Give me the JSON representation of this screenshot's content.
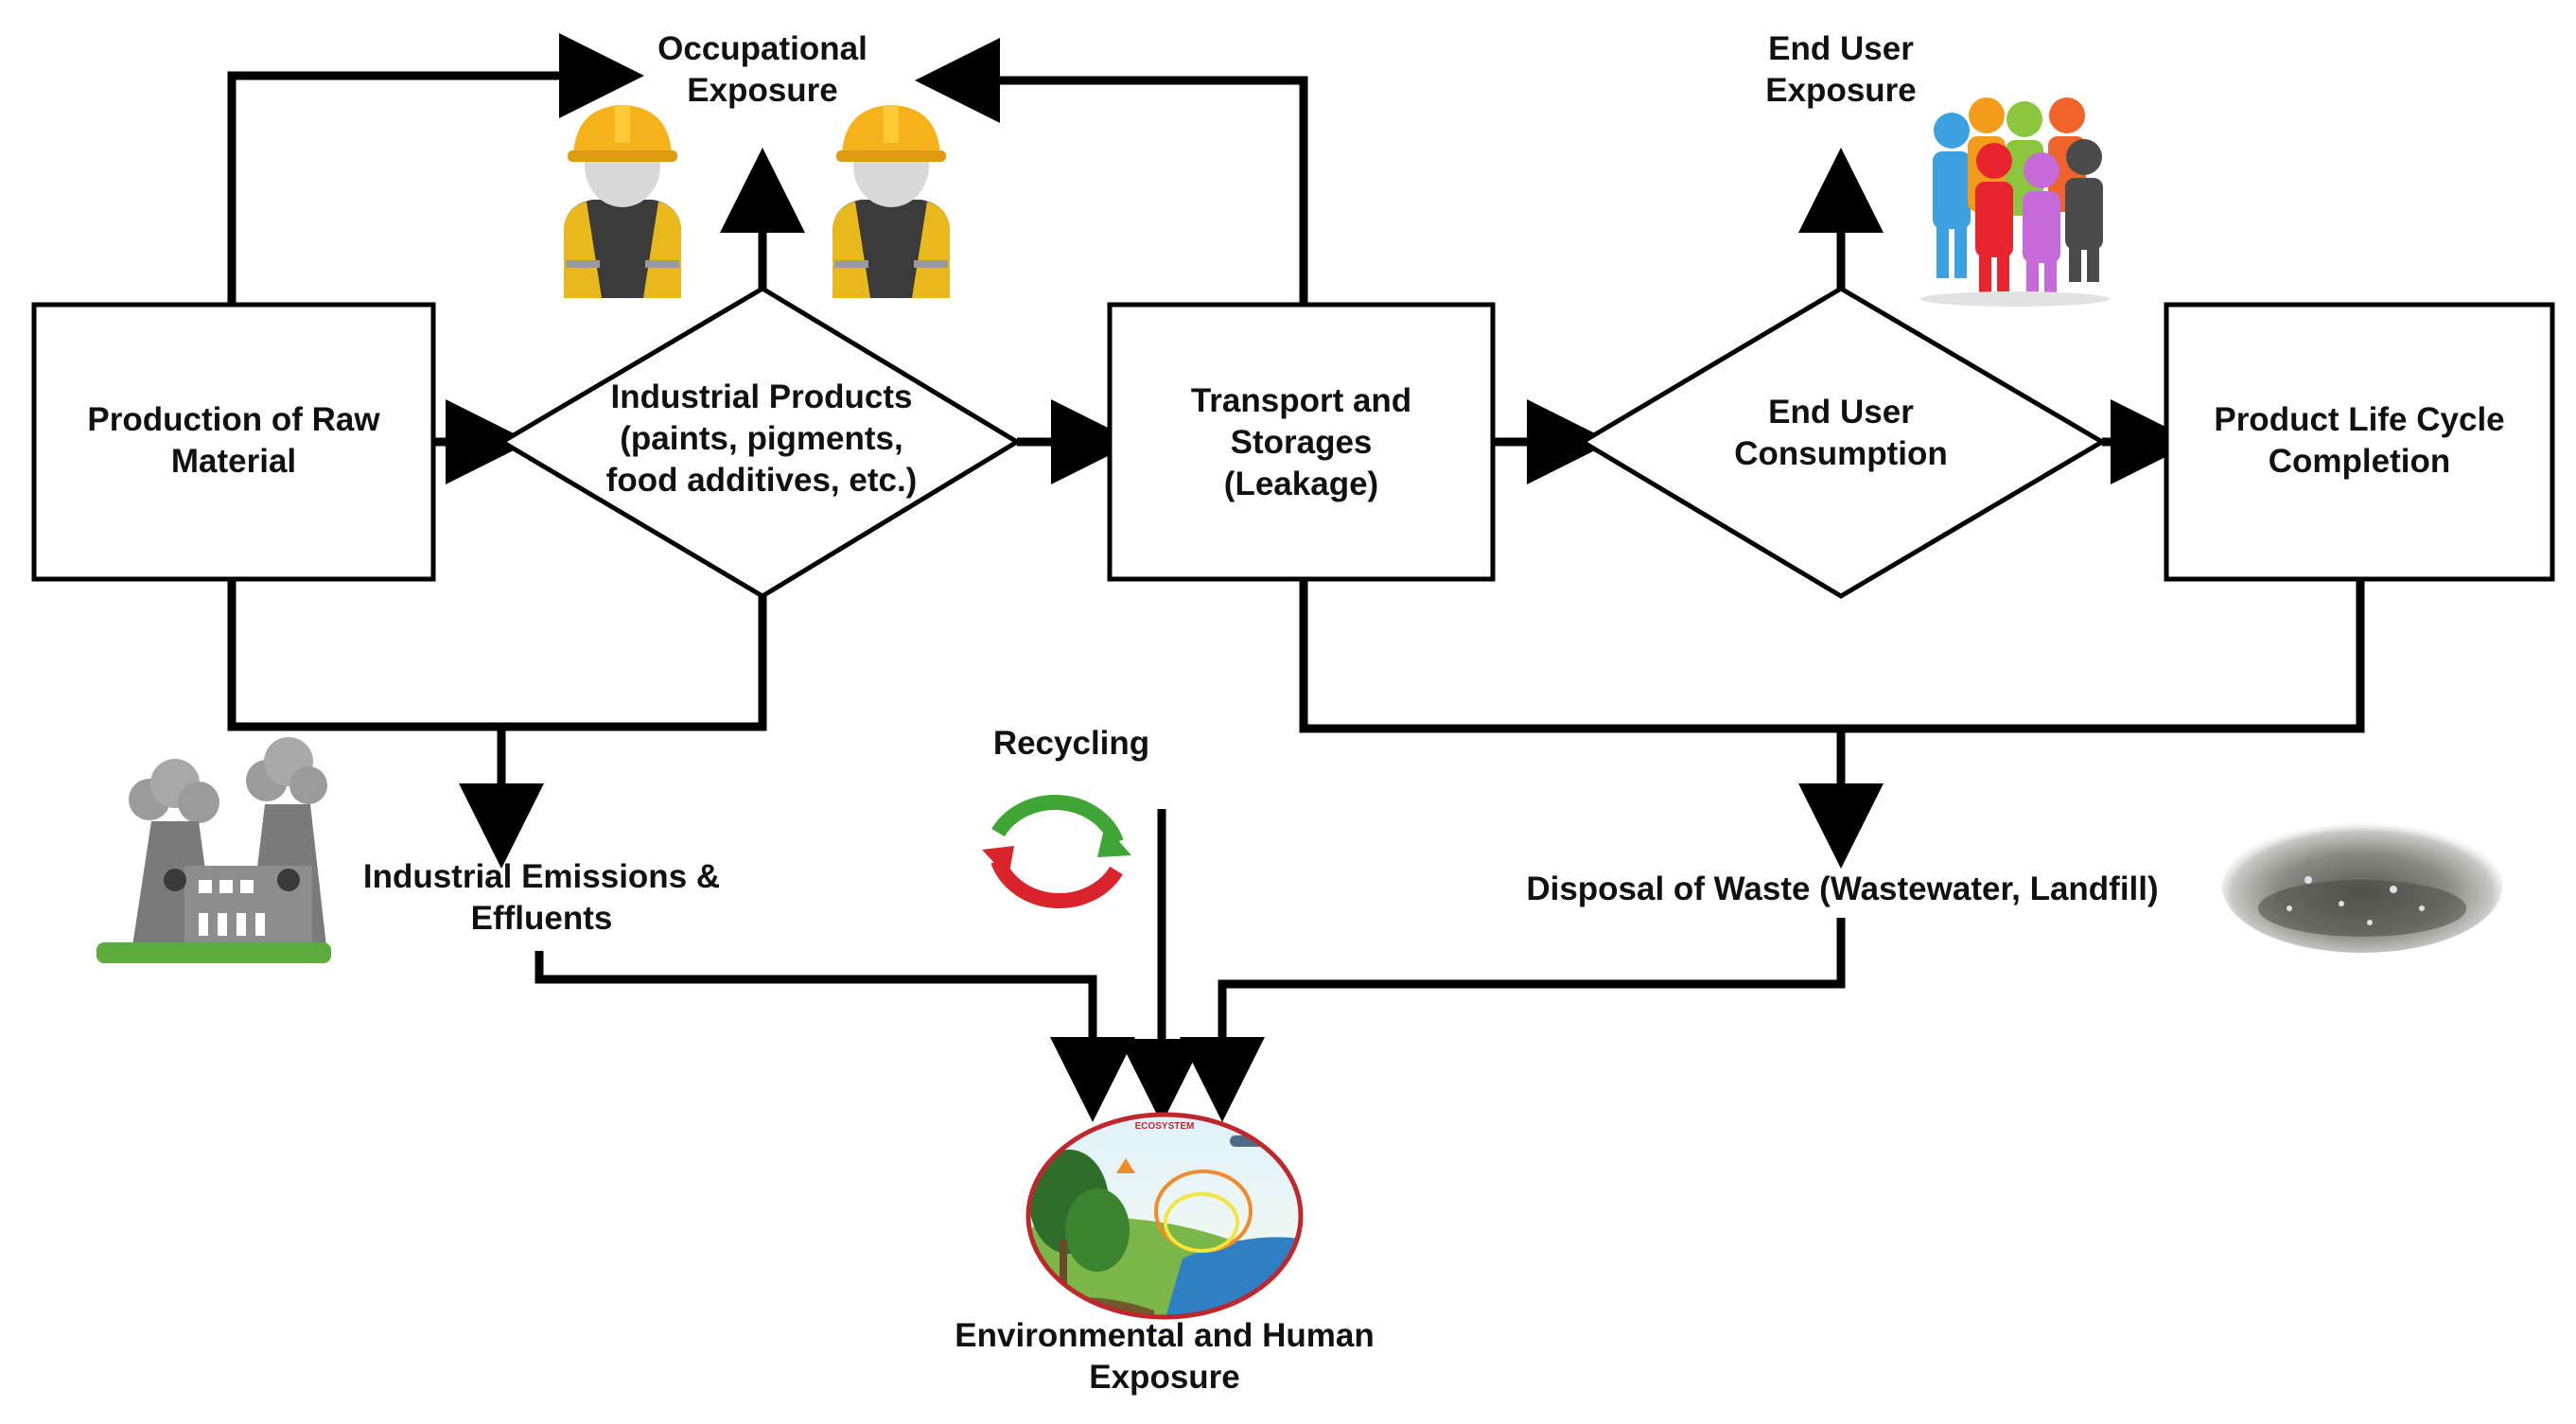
{
  "nodes": {
    "raw_material": "Production of Raw\nMaterial",
    "industrial_products": "Industrial Products\n(paints, pigments,\nfood additives, etc.)",
    "transport": "Transport and\nStorages\n(Leakage)",
    "end_user_consumption": "End User\nConsumption",
    "life_cycle": "Product Life Cycle\nCompletion"
  },
  "labels": {
    "occupational_exposure": "Occupational\nExposure",
    "end_user_exposure": "End User\nExposure",
    "industrial_emissions": "Industrial Emissions &\nEffluents",
    "recycling": "Recycling",
    "disposal": "Disposal of Waste (Wastewater, Landfill)",
    "environmental_exposure": "Environmental and Human\nExposure"
  },
  "ecosystem": {
    "title": "ECOSYSTEM"
  },
  "colors": {
    "stroke": "#000000",
    "helmet": "#f5b21b",
    "vest": "#e8b81c",
    "recycle_green": "#3fa535",
    "recycle_red": "#d8242a",
    "factory": "#7a7a7a",
    "grass": "#5cab3c",
    "ecosystem_border": "#c0272d"
  },
  "icons": [
    "worker-icon",
    "factory-icon",
    "people-group-icon",
    "recycle-icon",
    "landfill-image",
    "ecosystem-image"
  ]
}
